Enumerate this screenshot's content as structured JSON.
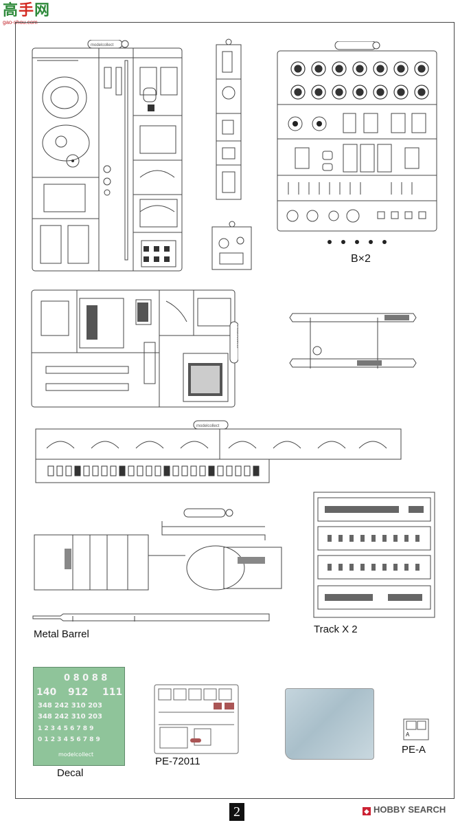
{
  "watermark": {
    "chars_green_1": "高",
    "chars_red": "手",
    "chars_green_2": "网",
    "url": "gao-shou.com"
  },
  "sprues": {
    "a_label": "modelcollect",
    "b_label": "B×2",
    "c_label": "modelcollect",
    "e_label": "modelcollect"
  },
  "parts": {
    "metal_barrel": "Metal Barrel",
    "track": "Track X 2",
    "decal": "Decal",
    "pe_main": "PE-72011",
    "pe_a": "PE-A",
    "pe_a_letter": "A"
  },
  "decal_sheet": {
    "row1": "0 8 0 8 8",
    "row2_a": "140",
    "row2_b": "912",
    "row2_c": "111",
    "row3": "348  242  310  203",
    "row4": "348  242  310  203",
    "row5": "1 2 3 4 5 6 7 8 9",
    "row6": "0 1 2 3 4 5 6 7 8 9",
    "brand": "modelcollect"
  },
  "footer": {
    "page_number": "2",
    "hobby_search": "HOBBY SEARCH"
  }
}
